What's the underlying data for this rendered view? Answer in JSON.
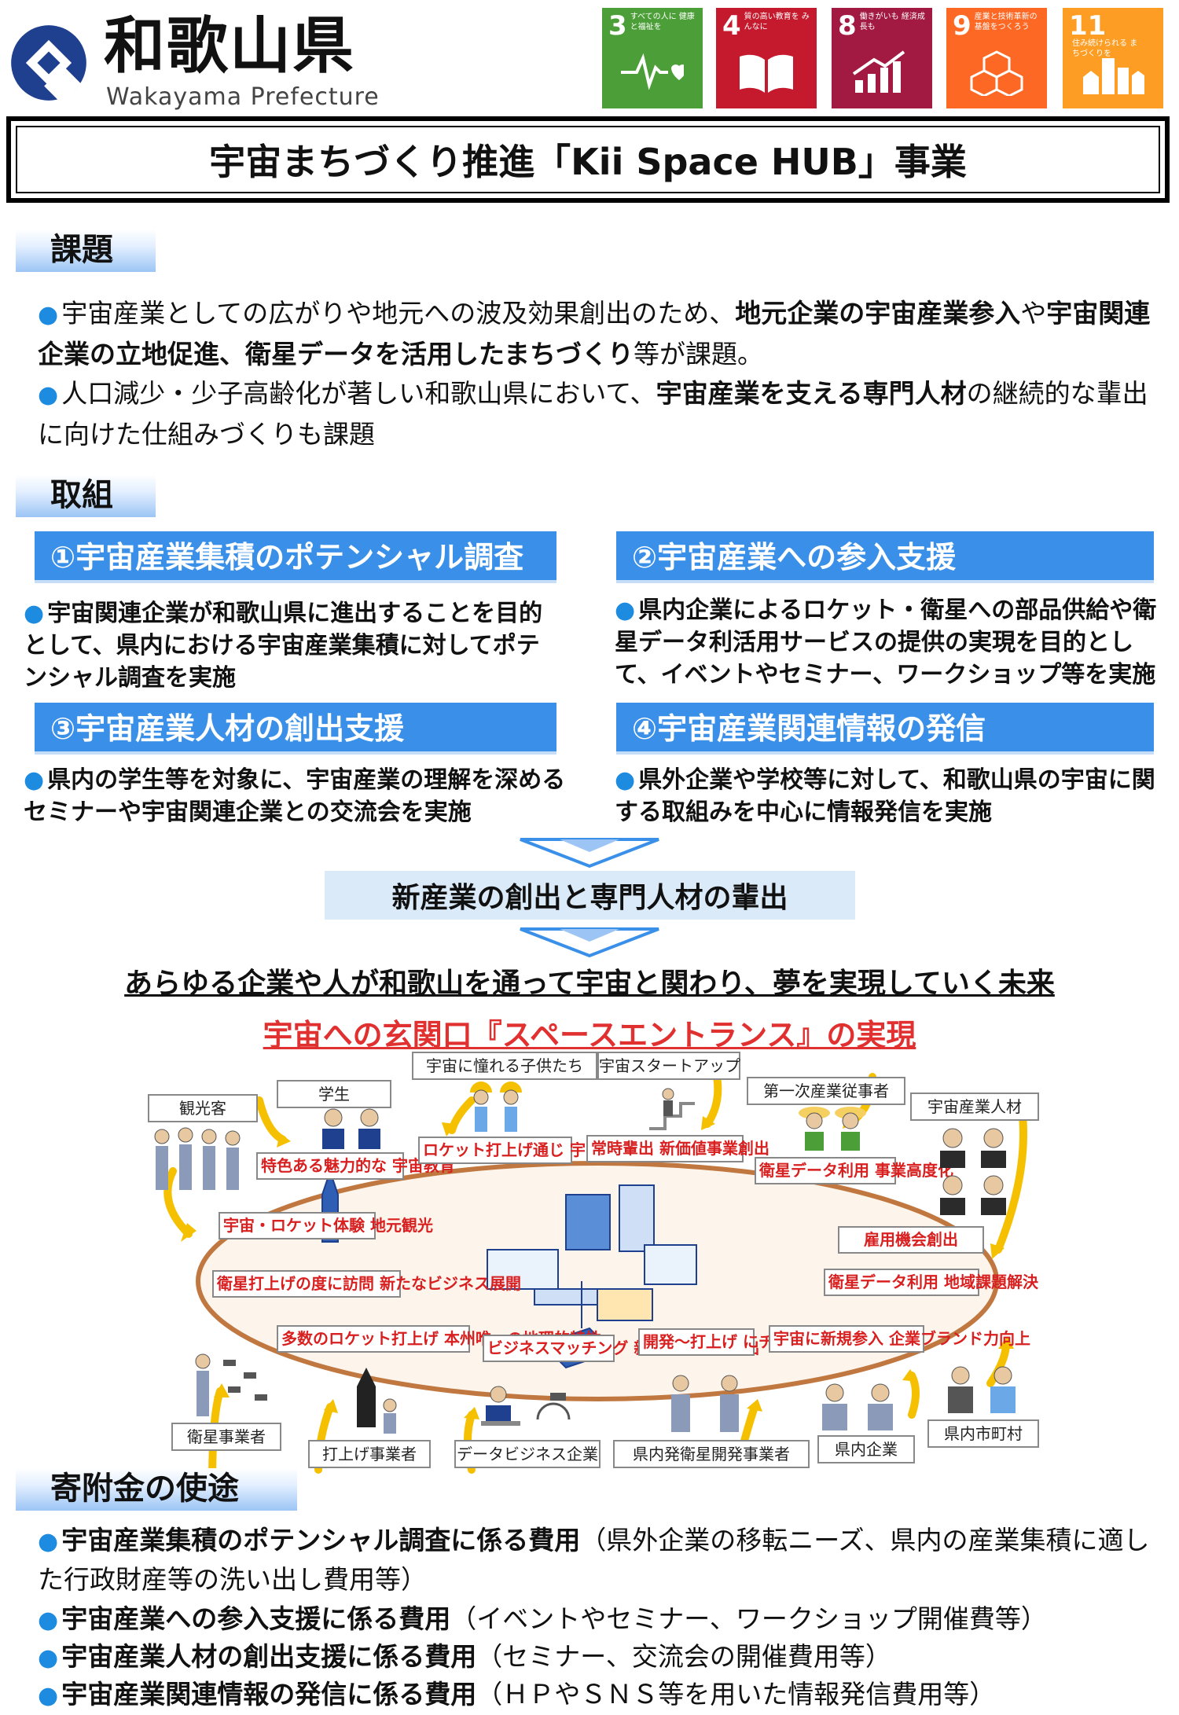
{
  "header": {
    "pref_name": "和歌山県",
    "pref_romaji": "Wakayama Prefecture",
    "sdgs": [
      {
        "num": "3",
        "label": "すべての人に 健康と福祉を",
        "color": "#4c9f38",
        "icon": "heartbeat-icon"
      },
      {
        "num": "4",
        "label": "質の高い教育を みんなに",
        "color": "#c5192d",
        "icon": "book-icon"
      },
      {
        "num": "8",
        "label": "働きがいも 経済成長も",
        "color": "#a21942",
        "icon": "growth-chart-icon"
      },
      {
        "num": "9",
        "label": "産業と技術革新の 基盤をつくろう",
        "color": "#fd6925",
        "icon": "cubes-icon"
      },
      {
        "num": "11",
        "label": "住み続けられる まちづくりを",
        "color": "#fd9d24",
        "icon": "city-icon"
      }
    ]
  },
  "title": "宇宙まちづくり推進「Kii Space HUB」事業",
  "issues": {
    "heading": "課題",
    "p1_a": "宇宙産業としての広がりや地元への波及効果創出のため、",
    "p1_b": "地元企業の宇宙産業参入",
    "p1_c": "や",
    "p1_d": "宇宙関連企業の立地促進、衛星データを活用したまちづくり",
    "p1_e": "等が課題。",
    "p2_a": "人口減少・少子高齢化が著しい和歌山県において、",
    "p2_b": "宇宙産業を支える専門人材",
    "p2_c": "の継続的な輩出に向けた仕組みづくりも課題"
  },
  "efforts": {
    "heading": "取組",
    "items": [
      {
        "title": "①宇宙産業集積のポテンシャル調査",
        "text": "宇宙関連企業が和歌山県に進出することを目的として、県内における宇宙産業集積に対してポテンシャル調査を実施"
      },
      {
        "title": "②宇宙産業への参入支援",
        "text": "県内企業によるロケット・衛星への部品供給や衛星データ利活用サービスの提供の実現を目的として、イベントやセミナー、ワークショップ等を実施"
      },
      {
        "title": "③宇宙産業人材の創出支援",
        "text": "県内の学生等を対象に、宇宙産業の理解を深めるセミナーや宇宙関連企業との交流会を実施"
      },
      {
        "title": "④宇宙産業関連情報の発信",
        "text": "県外企業や学校等に対して、和歌山県の宇宙に関する取組みを中心に情報発信を実施"
      }
    ]
  },
  "outcome": "新産業の創出と専門人材の輩出",
  "future": "あらゆる企業や人が和歌山を通って宇宙と関わり、夢を実現していく未来",
  "entrance": "宇宙への玄関口『スペースエントランス』の実現",
  "diagram": {
    "actors": {
      "kankou": "観光客",
      "gakusei": "学生",
      "kodomo": "宇宙に憧れる子供たち",
      "startup": "宇宙スタートアップ",
      "daiichi": "第一次産業従事者",
      "jinzai": "宇宙産業人材",
      "eisei": "衛星事業者",
      "uchiage": "打上げ事業者",
      "data": "データビジネス企業",
      "kennai_eisei": "県内発衛星開発事業者",
      "kennai": "県内企業",
      "shichoson": "県内市町村"
    },
    "benefits": {
      "b1": "特色ある魅力的な 宇宙教育",
      "b2": "ロケット打上げ通じ 宇宙をリアルに体験",
      "b3": "常時輩出 新価値事業創出",
      "b4": "衛星データ利用 事業高度化",
      "b5": "宇宙・ロケット体験 地元観光",
      "b6": "雇用機会創出",
      "b7": "衛星打上げの度に訪問 新たなビジネス展開",
      "b8": "衛星データ利用 地域課題解決",
      "b9": "多数のロケット打上げ 本州唯一の地理的特性",
      "b10": "ビジネスマッチング 新サービスの創出",
      "b11": "開発～打上げ にチャレンジ",
      "b12": "宇宙に新規参入 企業ブランド力向上"
    }
  },
  "uses": {
    "heading": "寄附金の使途",
    "items": [
      {
        "bold": "宇宙産業集積のポテンシャル調査に係る費用",
        "normal": "（県外企業の移転ニーズ、県内の産業集積に適した行政財産等の洗い出し費用等）"
      },
      {
        "bold": "宇宙産業への参入支援に係る費用",
        "normal": "（イベントやセミナー、ワークショップ開催費等）"
      },
      {
        "bold": "宇宙産業人材の創出支援に係る費用",
        "normal": "（セミナー、交流会の開催費用等）"
      },
      {
        "bold": "宇宙産業関連情報の発信に係る費用",
        "normal": "（ＨＰやＳＮＳ等を用いた情報発信費用等）"
      }
    ]
  },
  "colors": {
    "accent_blue": "#3a90e8",
    "bullet_blue": "#1c8be0",
    "red": "#e03030",
    "ring": "#c07840",
    "arrow_yellow": "#f5c000"
  }
}
